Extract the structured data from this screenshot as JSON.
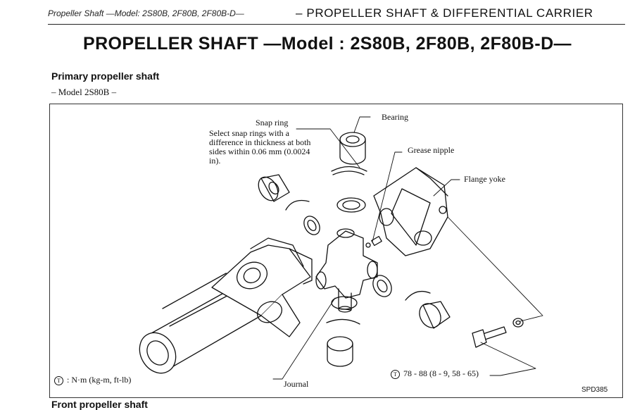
{
  "header": {
    "left_text": "Propeller Shaft —Model: 2S80B, 2F80B, 2F80B-D—",
    "right_text": "– PROPELLER SHAFT & DIFFERENTIAL CARRIER"
  },
  "title": "PROPELLER SHAFT —Model : 2S80B, 2F80B, 2F80B-D—",
  "section": {
    "heading": "Primary propeller shaft",
    "model_label": "– Model 2S80B –"
  },
  "figure": {
    "labels": {
      "snap_ring": "Snap ring",
      "snap_ring_note": "Select snap rings with a difference in thickness at both sides within 0.06 mm (0.0024 in).",
      "bearing": "Bearing",
      "grease_nipple": "Grease nipple",
      "flange_yoke": "Flange yoke",
      "journal": "Journal",
      "torque_spec": "78 - 88 (8 - 9, 58 - 65)",
      "torque_legend": ": N·m (kg-m, ft-lb)",
      "torque_symbol": "T"
    },
    "code": "SPD385"
  },
  "next_heading": "Front propeller shaft"
}
